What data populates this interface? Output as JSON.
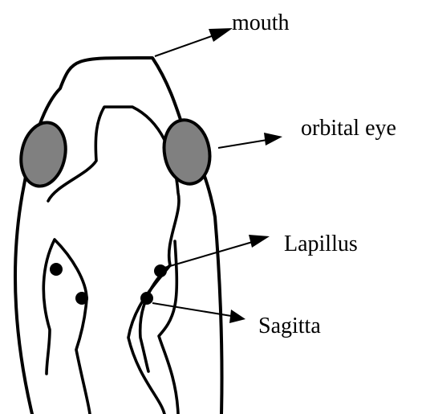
{
  "labels": {
    "mouth": "mouth",
    "orbital_eye": "orbital eye",
    "lapillus": "Lapillus",
    "sagitta": "Sagitta"
  },
  "colors": {
    "eye_fill": "#808080",
    "outline": "#000000",
    "background": "#ffffff"
  }
}
